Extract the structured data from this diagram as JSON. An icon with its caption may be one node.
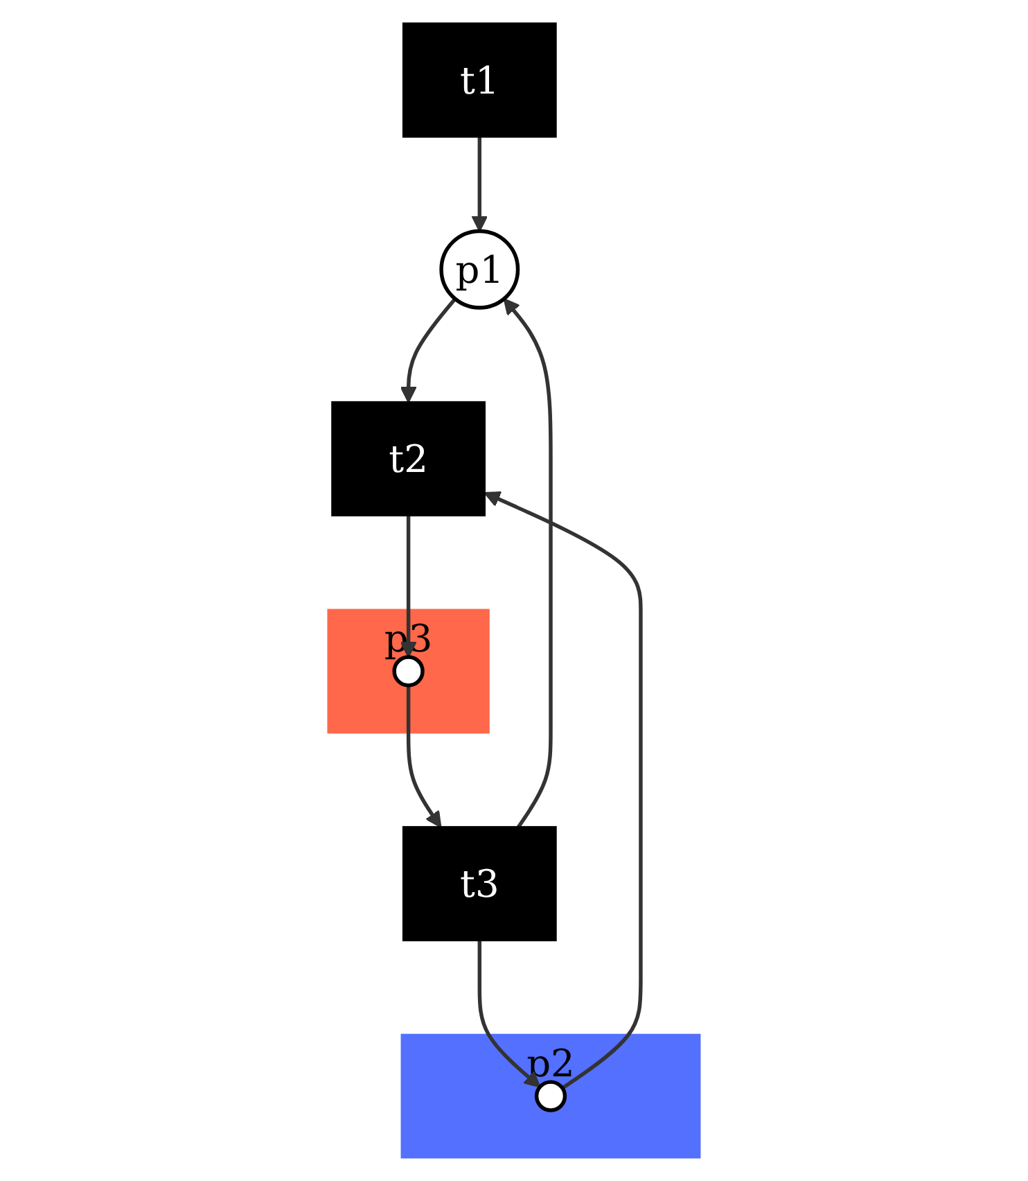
{
  "diagram": {
    "nodes": [
      {
        "text": [
          "t1"
        ]
      },
      {
        "text": [
          "p1"
        ]
      },
      {
        "text": [
          "t3"
        ]
      },
      {
        "text": [
          "p2"
        ]
      },
      {
        "text": [],
        "shape": "circle",
        "in": 3
      },
      {
        "text": [
          "t2"
        ]
      },
      {
        "text": [
          "p3"
        ]
      },
      {
        "text": [],
        "shape": "circle",
        "in": 6
      }
    ],
    "edges": [
      {
        "from": 0,
        "to": 1,
        "arrow": "to"
      },
      {
        "from": 1,
        "to": 5,
        "arrow": "to"
      },
      {
        "from": 2,
        "to": 1,
        "arrow": "to"
      },
      {
        "from": 2,
        "to": 4,
        "arrow": "to"
      },
      {
        "from": 4,
        "to": 5,
        "arrow": "to"
      },
      {
        "from": 5,
        "to": 7,
        "arrow": "to"
      },
      {
        "from": 7,
        "to": 2,
        "arrow": "to"
      }
    ]
  }
}
